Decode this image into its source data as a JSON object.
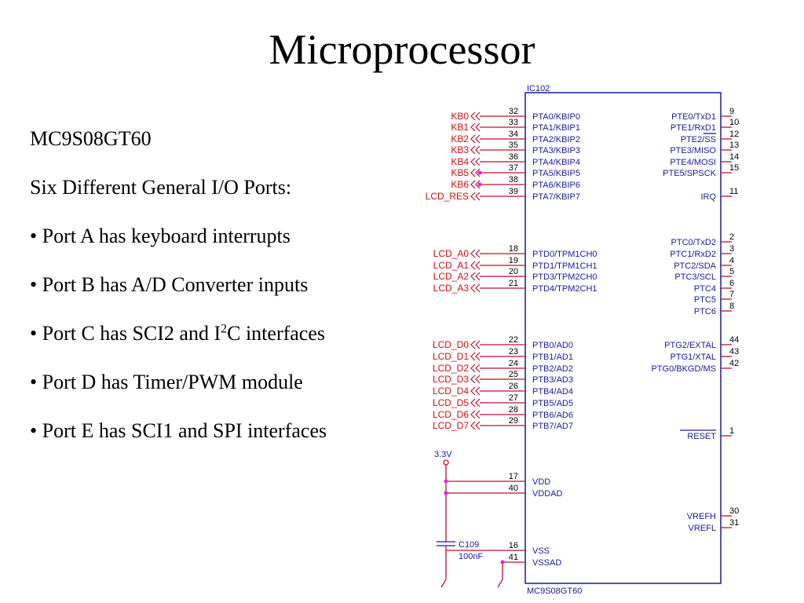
{
  "slide": {
    "title": "Microprocessor",
    "bullets": {
      "part": "MC9S08GT60",
      "heading": "Six Different General I/O Ports:",
      "port_a": "• Port A has keyboard interrupts",
      "port_b": "• Port B has A/D Converter inputs",
      "port_c_pre": "• Port C has SCI2 and I",
      "port_c_sup": "2",
      "port_c_post": "C interfaces",
      "port_d": "• Port D has Timer/PWM module",
      "port_e": "• Port E has SCI1 and SPI interfaces"
    }
  },
  "schematic": {
    "ref": "IC102",
    "part": "MC9S08GT60",
    "left_pins": [
      {
        "num": "32",
        "name": "PTA0/KBIP0",
        "net": "KB0"
      },
      {
        "num": "33",
        "name": "PTA1/KBIP1",
        "net": "KB1"
      },
      {
        "num": "34",
        "name": "PTA2/KBIP2",
        "net": "KB2"
      },
      {
        "num": "35",
        "name": "PTA3/KBIP3",
        "net": "KB3"
      },
      {
        "num": "36",
        "name": "PTA4/KBIP4",
        "net": "KB4"
      },
      {
        "num": "37",
        "name": "PTA5/KBIP5",
        "net": "KB5"
      },
      {
        "num": "38",
        "name": "PTA6/KBIP6",
        "net": "KB6"
      },
      {
        "num": "39",
        "name": "PTA7/KBIP7",
        "net": "LCD_RES"
      },
      {
        "num": "18",
        "name": "PTD0/TPM1CH0",
        "net": "LCD_A0"
      },
      {
        "num": "19",
        "name": "PTD1/TPM1CH1",
        "net": "LCD_A1"
      },
      {
        "num": "20",
        "name": "PTD3/TPM2CH0",
        "net": "LCD_A2"
      },
      {
        "num": "21",
        "name": "PTD4/TPM2CH1",
        "net": "LCD_A3"
      },
      {
        "num": "22",
        "name": "PTB0/AD0",
        "net": "LCD_D0"
      },
      {
        "num": "23",
        "name": "PTB1/AD1",
        "net": "LCD_D1"
      },
      {
        "num": "24",
        "name": "PTB2/AD2",
        "net": "LCD_D2"
      },
      {
        "num": "25",
        "name": "PTB3/AD3",
        "net": "LCD_D3"
      },
      {
        "num": "26",
        "name": "PTB4/AD4",
        "net": "LCD_D4"
      },
      {
        "num": "27",
        "name": "PTB5/AD5",
        "net": "LCD_D5"
      },
      {
        "num": "28",
        "name": "PTB6/AD6",
        "net": "LCD_D6"
      },
      {
        "num": "29",
        "name": "PTB7/AD7",
        "net": "LCD_D7"
      }
    ],
    "power_pins": [
      {
        "num": "17",
        "name": "VDD"
      },
      {
        "num": "40",
        "name": "VDDAD"
      },
      {
        "num": "16",
        "name": "VSS"
      },
      {
        "num": "41",
        "name": "VSSAD"
      }
    ],
    "right_pins": [
      {
        "num": "9",
        "name": "PTE0/TxD1"
      },
      {
        "num": "10",
        "name": "PTE1/RxD1"
      },
      {
        "num": "12",
        "name": "PTE2/SS"
      },
      {
        "num": "13",
        "name": "PTE3/MISO"
      },
      {
        "num": "14",
        "name": "PTE4/MOSI"
      },
      {
        "num": "15",
        "name": "PTE5/SPSCK"
      },
      {
        "num": "11",
        "name": "IRQ"
      },
      {
        "num": "2",
        "name": "PTC0/TxD2"
      },
      {
        "num": "3",
        "name": "PTC1/RxD2"
      },
      {
        "num": "4",
        "name": "PTC2/SDA"
      },
      {
        "num": "5",
        "name": "PTC3/SCL"
      },
      {
        "num": "6",
        "name": "PTC4"
      },
      {
        "num": "7",
        "name": "PTC5"
      },
      {
        "num": "8",
        "name": "PTC6"
      },
      {
        "num": "44",
        "name": "PTG2/EXTAL"
      },
      {
        "num": "43",
        "name": "PTG1/XTAL"
      },
      {
        "num": "42",
        "name": "PTG0/BKGD/MS"
      },
      {
        "num": "1",
        "name": "RESET"
      },
      {
        "num": "30",
        "name": "VREFH"
      },
      {
        "num": "31",
        "name": "VREFL"
      }
    ],
    "supply_label": "3.3V",
    "capacitor": {
      "ref": "C109",
      "value": "100nF"
    },
    "colors": {
      "wire": "#c01030",
      "body": "#1a1a9a",
      "net": "#d01010",
      "junction": "#e020e0"
    }
  }
}
